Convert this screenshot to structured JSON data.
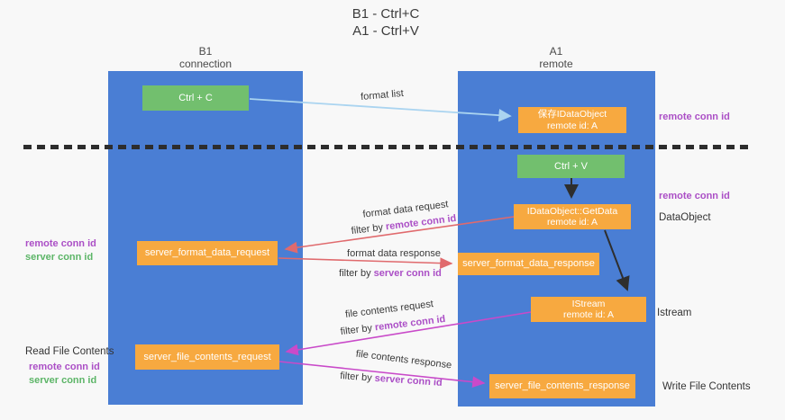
{
  "title": {
    "line1": "B1 - Ctrl+C",
    "line2": "A1 - Ctrl+V"
  },
  "columns": {
    "left": {
      "name": "B1",
      "role": "connection"
    },
    "right": {
      "name": "A1",
      "role": "remote"
    }
  },
  "nodes": {
    "ctrl_c": {
      "label": "Ctrl + C"
    },
    "save_idataobject": {
      "line1": "保存IDataObject",
      "line2": "remote id: A"
    },
    "ctrl_v": {
      "label": "Ctrl + V"
    },
    "getdata": {
      "line1": "IDataObject::GetData",
      "line2": "remote id: A"
    },
    "format_request_box": {
      "label": "server_format_data_request"
    },
    "format_response_box": {
      "label": "server_format_data_response"
    },
    "istream": {
      "line1": "IStream",
      "line2": "remote id: A"
    },
    "file_request_box": {
      "label": "server_file_contents_request"
    },
    "file_response_box": {
      "label": "server_file_contents_response"
    }
  },
  "edge_labels": {
    "format_list": "format list",
    "format_request": "format data request",
    "format_request_filter": {
      "prefix": "filter by ",
      "key": "remote conn id"
    },
    "format_response": "format data response",
    "format_response_filter": {
      "prefix": "filter by ",
      "key": "server conn id"
    },
    "file_request": "file contents request",
    "file_request_filter": {
      "prefix": "filter by ",
      "key": "remote conn id"
    },
    "file_response": "file contents response",
    "file_response_filter": {
      "prefix": "filter by ",
      "key": "server conn id"
    }
  },
  "annotations": {
    "right_top_remote_conn_id": "remote conn id",
    "right_mid_remote_conn_id": "remote conn id",
    "dataobject": "DataObject",
    "istream": "Istream",
    "write_file_contents": "Write File Contents",
    "left_mid_remote_conn_id": "remote conn id",
    "left_mid_server_conn_id": "server conn id",
    "read_file_contents": "Read File Contents",
    "left_bottom_remote_conn_id": "remote conn id",
    "left_bottom_server_conn_id": "server conn id"
  },
  "colors": {
    "lifeline_blue": "#4a7ed4",
    "node_green": "#72bf6e",
    "node_orange": "#f7a940",
    "arrow_light_blue": "#aad4f0",
    "arrow_red": "#e06a6d",
    "arrow_magenta": "#c94ac9",
    "arrow_black": "#2e2e2e",
    "text_purple": "#ab4fc6",
    "text_green": "#5cb567"
  }
}
